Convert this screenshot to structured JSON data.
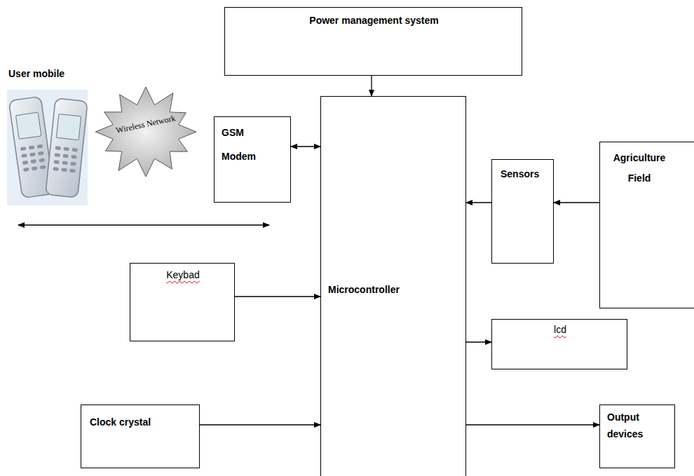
{
  "diagram": {
    "nodes": [
      {
        "text": [
          "Power management system"
        ]
      },
      {
        "text": [
          "Wireless Network"
        ]
      },
      {
        "text": [
          "GSM Modem"
        ]
      },
      {
        "text": [
          "Microcontroller"
        ]
      },
      {
        "text": [
          "Sensors"
        ]
      },
      {
        "text": [
          "Agriculture Field"
        ]
      },
      {
        "text": [
          "Keybad"
        ]
      },
      {
        "text": [
          "lcd"
        ]
      },
      {
        "text": [
          "Clock crystal"
        ]
      },
      {
        "text": [
          "Output devices"
        ]
      }
    ],
    "edges": [
      {
        "from": 0,
        "to": 3,
        "arrow": "to"
      },
      {
        "from": 2,
        "to": 3,
        "arrow": "both"
      },
      {
        "from": 4,
        "to": 3,
        "arrow": "to"
      },
      {
        "from": 5,
        "to": 4,
        "arrow": "to"
      },
      {
        "from": 6,
        "to": 3,
        "arrow": "to"
      },
      {
        "from": 3,
        "to": 7,
        "arrow": "to"
      },
      {
        "from": 8,
        "to": 3,
        "arrow": "to"
      },
      {
        "from": 3,
        "to": 9,
        "arrow": "to"
      }
    ],
    "labels": [
      "User mobile"
    ]
  }
}
